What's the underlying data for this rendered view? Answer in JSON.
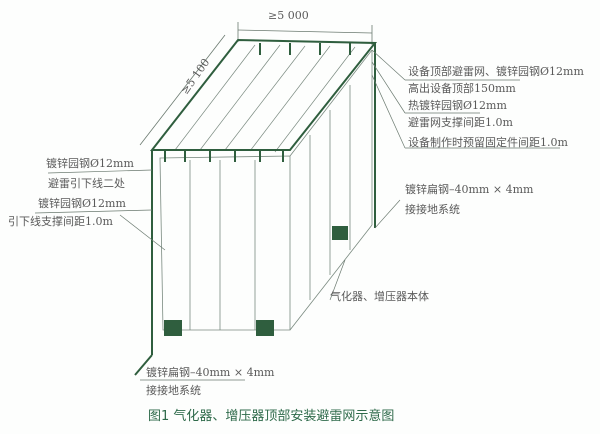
{
  "dimensions": {
    "width_label": "≥5 000",
    "depth_label": "≥5 100"
  },
  "labels_right": [
    "设备顶部避雷网、镀锌园钢Ø12mm",
    "高出设备顶部150mm",
    "热镀锌园钢Ø12mm",
    "避雷网支撑间距1.0m",
    "设备制作时预留固定件间距1.0m"
  ],
  "labels_ground_right": [
    "镀锌扁钢–40mm × 4mm",
    "接接地系统"
  ],
  "labels_left": [
    "镀锌园钢Ø12mm",
    "避雷引下线二处",
    "镀锌园钢Ø12mm",
    "引下线支撑间距1.0m"
  ],
  "label_body": "气化器、增压器本体",
  "labels_ground_left": [
    "镀锌扁钢–40mm × 4mm",
    "接接地系统"
  ],
  "caption": "图1  气化器、增压器顶部安装避雷网示意图",
  "colors": {
    "rod": "#2f5e3e",
    "line": "#6b7a70",
    "text": "#5a5a5a",
    "caption": "#2e6a4a"
  }
}
